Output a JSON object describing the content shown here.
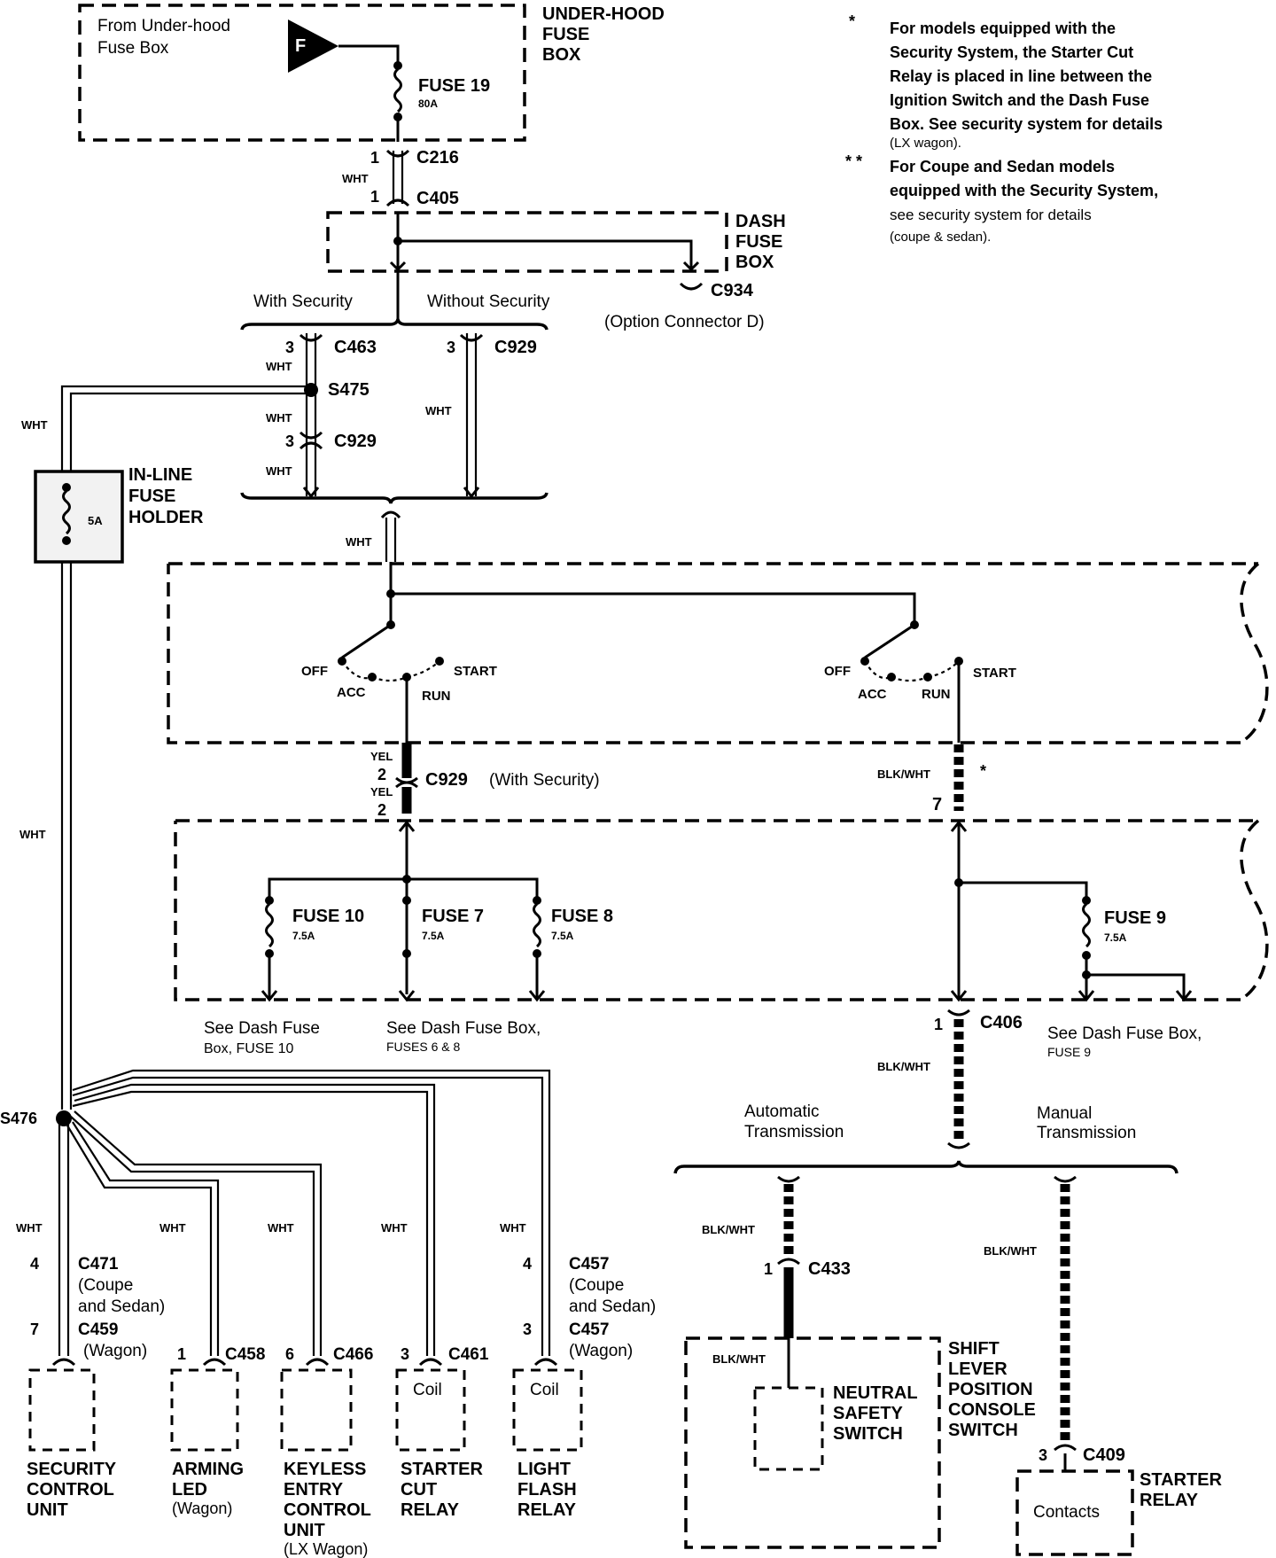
{
  "notes": {
    "note1": {
      "marker": "*",
      "lines": [
        "For models equipped with the",
        "Security System, the Starter Cut",
        "Relay is placed in line between the",
        "Ignition Switch and the Dash Fuse",
        "Box. See security system for details",
        "(LX wagon)."
      ]
    },
    "note2": {
      "marker": "* *",
      "lines": [
        "For Coupe and Sedan models",
        "equipped with the Security System,",
        "see security system for details",
        "(coupe & sedan)."
      ]
    }
  },
  "under_hood": {
    "source_line1": "From Under-hood",
    "source_line2": "Fuse Box",
    "connector_symbol": "F",
    "box_line1": "UNDER-HOOD",
    "box_line2": "FUSE",
    "box_line3": "BOX",
    "fuse_name": "FUSE  19",
    "fuse_rating": "80A"
  },
  "dash_fuse_box": {
    "line1": "DASH",
    "line2": "FUSE",
    "line3": "BOX",
    "option_connector": "C934",
    "option_connector_desc": "(Option Connector D)"
  },
  "connectors": {
    "c216": "C216",
    "c405": "C405",
    "c463": "C463",
    "c929_a": "C929",
    "c929_b": "C929",
    "s475": "S475",
    "c929_yel": "C929",
    "c929_yel_desc": "(With Security)",
    "c406": "C406",
    "s476": "S476",
    "c433": "C433",
    "c409": "C409"
  },
  "pins": {
    "p1a": "1",
    "p1b": "1",
    "p3a": "3",
    "p3b": "3",
    "p3c": "3",
    "p2a": "2",
    "p2b": "2",
    "p7": "7",
    "p1_c406": "1",
    "p1_c433": "1",
    "p3_c409": "3"
  },
  "wire_colors": {
    "wht": "WHT",
    "yel": "YEL",
    "blk_wht": "BLK/WHT"
  },
  "branches": {
    "with_security": "With Security",
    "without_security": "Without Security",
    "automatic": "Automatic",
    "automatic2": "Transmission",
    "manual": "Manual",
    "manual2": "Transmission",
    "asterisk": "*"
  },
  "inline_fuse": {
    "line1": "IN-LINE",
    "line2": "FUSE",
    "line3": "HOLDER",
    "rating": "5A"
  },
  "ignition_switch": {
    "off": "OFF",
    "acc": "ACC",
    "run": "RUN",
    "start": "START"
  },
  "dash_fuses": {
    "fuse10_name": "FUSE  10",
    "fuse10_rating": "7.5A",
    "fuse7_name": "FUSE  7",
    "fuse7_rating": "7.5A",
    "fuse8_name": "FUSE  8",
    "fuse8_rating": "7.5A",
    "fuse9_name": "FUSE  9",
    "fuse9_rating": "7.5A",
    "see10_line1": "See Dash Fuse",
    "see10_line2": "Box, FUSE 10",
    "see6_line1": "See Dash Fuse Box,",
    "see6_line2": "FUSES 6 & 8",
    "see9_line1": "See Dash Fuse Box,",
    "see9_line2": "FUSE 9"
  },
  "components": [
    {
      "id": "security",
      "pin_top": "4",
      "pin_bottom": "7",
      "conn_top": "C471",
      "conn_top_desc1": "(Coupe",
      "conn_top_desc2": "and Sedan)",
      "conn_bottom": "C459",
      "conn_bottom_desc": "(Wagon)",
      "name1": "SECURITY",
      "name2": "CONTROL",
      "name3": "UNIT",
      "inner": ""
    },
    {
      "id": "arming",
      "pin": "1",
      "conn": "C458",
      "name1": "ARMING",
      "name2": "LED",
      "note": "(Wagon)",
      "inner": ""
    },
    {
      "id": "keyless",
      "pin": "6",
      "conn": "C466",
      "name1": "KEYLESS",
      "name2": "ENTRY",
      "name3": "CONTROL",
      "name4": "UNIT",
      "note": "(LX Wagon)",
      "inner": ""
    },
    {
      "id": "starter_cut",
      "pin": "3",
      "conn": "C461",
      "name1": "STARTER",
      "name2": "CUT",
      "name3": "RELAY",
      "inner": "Coil"
    },
    {
      "id": "light_flash",
      "pin_top": "4",
      "pin_bottom": "3",
      "conn_top": "C457",
      "conn_top_desc1": "(Coupe",
      "conn_top_desc2": "and Sedan)",
      "conn_bottom": "C457",
      "conn_bottom_desc": "(Wagon)",
      "name1": "LIGHT",
      "name2": "FLASH",
      "name3": "RELAY",
      "inner": "Coil"
    }
  ],
  "shift_lever": {
    "name1": "SHIFT",
    "name2": "LEVER",
    "name3": "POSITION",
    "name4": "CONSOLE",
    "name5": "SWITCH",
    "inner_wire": "BLK/WHT",
    "neutral1": "NEUTRAL",
    "neutral2": "SAFETY",
    "neutral3": "SWITCH"
  },
  "starter_relay": {
    "name1": "STARTER",
    "name2": "RELAY",
    "inner": "Contacts"
  }
}
